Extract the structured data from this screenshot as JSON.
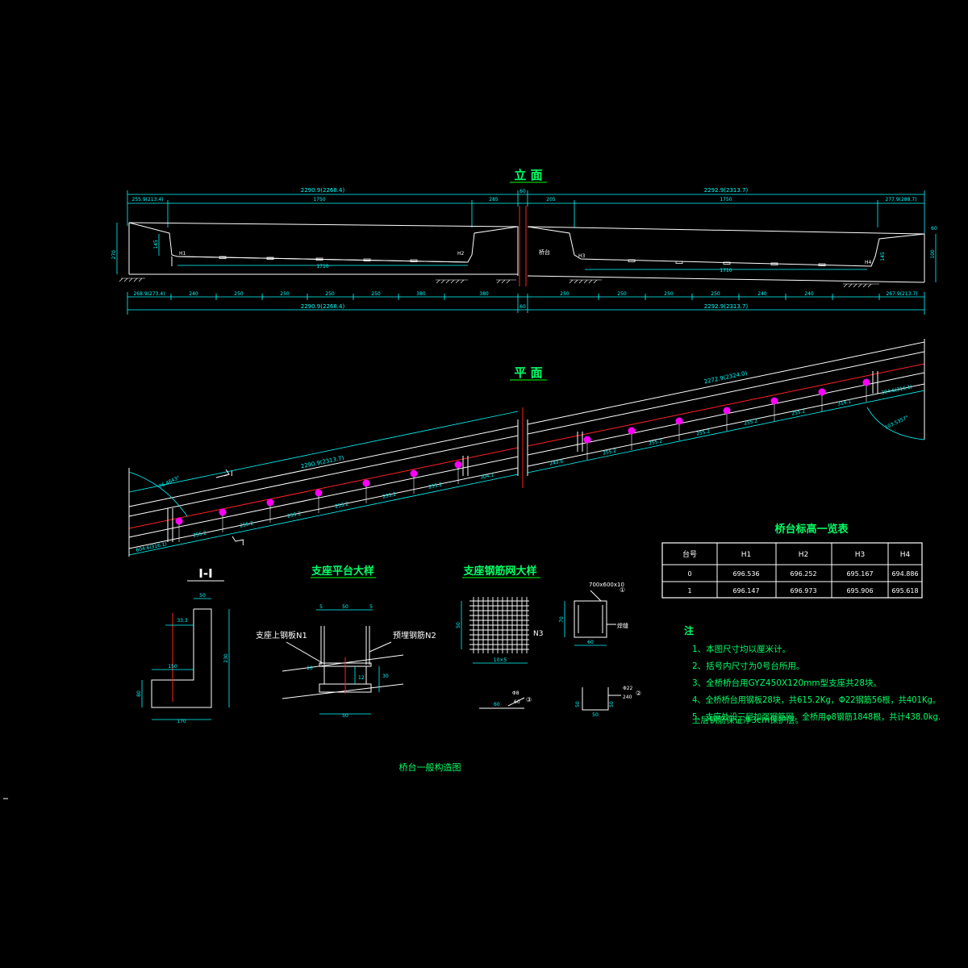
{
  "titles": {
    "elevation": "立 面",
    "plan": "平 面",
    "section": "I-I",
    "bearing_platform": "支座平台大样",
    "bearing_mesh": "支座钢筋网大样",
    "elevation_table": "桥台标高一览表",
    "drawing_name": "桥台一般构造图"
  },
  "elevation": {
    "top_dims": [
      "2290.9(2268.4)",
      "2292.9(2313.7)"
    ],
    "top_sub_dims": [
      "255.9(213.4)",
      "1750",
      "285",
      "60",
      "205",
      "1750",
      "277.9(288.7)"
    ],
    "inner_dims": [
      "1710",
      "1710"
    ],
    "bottom_spans": [
      "268.9(273.4)",
      "240",
      "250",
      "250",
      "250",
      "250",
      "380",
      "380",
      "250",
      "250",
      "250",
      "250",
      "240",
      "267.9(213.7)"
    ],
    "bottom_totals": [
      "2290.9(2268.4)",
      "60",
      "2292.9(2313.7)"
    ],
    "labels": [
      "H1",
      "H2",
      "H3",
      "H4",
      "桥台"
    ],
    "left_heights": [
      "270",
      "145"
    ],
    "right_heights": [
      "100",
      "145",
      "60"
    ]
  },
  "plan": {
    "dims": [
      "2290.9(2313.7)",
      "2272.9(2324.0)",
      "604.6(316.1)",
      "255.2",
      "255.2",
      "255.2",
      "255.2",
      "304.1",
      "243.8",
      "255.2",
      "255.2",
      "255.2",
      "255.2",
      "255.2",
      "314.1",
      "304.6(316.1)"
    ],
    "section_mark": "I",
    "angles": [
      "76.4643°",
      "103.5357°"
    ]
  },
  "section_ii": {
    "dims": [
      "50",
      "33.3",
      "150",
      "230",
      "80",
      "170"
    ]
  },
  "bearing_platform": {
    "labels": [
      "支座上钢板N1",
      "预埋钢筋N2"
    ],
    "dims": [
      "5",
      "50",
      "5",
      "10",
      "12",
      "30",
      "50"
    ]
  },
  "bearing_mesh": {
    "mesh_label": "N3",
    "mesh_dims": [
      "10×5",
      "50"
    ],
    "plate_label": "700x600x10",
    "plate_dims": [
      "70",
      "60"
    ],
    "plate_callout": "①",
    "weld_label": "焊缝",
    "bar_small_label": "Φ8",
    "bar_small_dims": [
      "60",
      "60"
    ],
    "bar_small_callout": "③",
    "bar_large_label": "Φ22",
    "bar_large_length": "240",
    "bar_large_callout": "②",
    "bar_large_dims": [
      "50",
      "50",
      "50"
    ]
  },
  "table": {
    "headers": [
      "台号",
      "H1",
      "H2",
      "H3",
      "H4"
    ],
    "rows": [
      [
        "0",
        "696.536",
        "696.252",
        "695.167",
        "694.886"
      ],
      [
        "1",
        "696.147",
        "696.973",
        "695.906",
        "695.618"
      ]
    ]
  },
  "notes": {
    "heading": "注",
    "items": [
      "1、本图尺寸均以厘米计。",
      "2、括号内尺寸为0号台所用。",
      "3、全桥桥台用GYZ450X120mm型支座共28块。",
      "4、全桥桥台用钢板28块，共615.2Kg，Φ22钢筋56根，共401Kg。",
      "5、支座处设三层加强钢筋网，全桥用φ8钢筋1848根，共计438.0kg.",
      "   上层钢筋保证净3cm保护层。"
    ]
  },
  "colors": {
    "background": "#000000",
    "title": "#00ff66",
    "dimension": "#00ffff",
    "outline": "#ffffff",
    "centerline": "#ff2222",
    "bearing_point": "#ff00ff"
  }
}
